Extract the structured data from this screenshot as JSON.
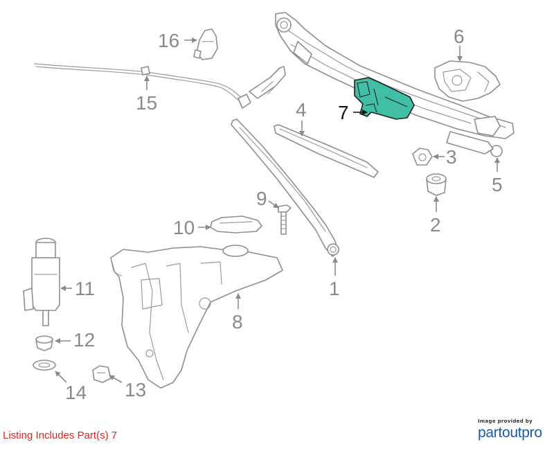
{
  "diagram": {
    "callouts": [
      {
        "id": "1",
        "label": "1"
      },
      {
        "id": "2",
        "label": "2"
      },
      {
        "id": "3",
        "label": "3"
      },
      {
        "id": "4",
        "label": "4"
      },
      {
        "id": "5",
        "label": "5"
      },
      {
        "id": "6",
        "label": "6"
      },
      {
        "id": "7",
        "label": "7",
        "highlighted": true
      },
      {
        "id": "8",
        "label": "8"
      },
      {
        "id": "9",
        "label": "9"
      },
      {
        "id": "10",
        "label": "10"
      },
      {
        "id": "11",
        "label": "11"
      },
      {
        "id": "12",
        "label": "12"
      },
      {
        "id": "13",
        "label": "13"
      },
      {
        "id": "14",
        "label": "14"
      },
      {
        "id": "15",
        "label": "15"
      },
      {
        "id": "16",
        "label": "16"
      }
    ],
    "highlight_color": "#3fbfa5",
    "line_color": "#8e8e8e"
  },
  "footer": {
    "listing_text": "Listing Includes Part(s) 7",
    "listing_color": "#e02020",
    "credit_small": "Image provided by",
    "credit_brand": "partoutpro",
    "brand_color": "#1d5aa8"
  }
}
